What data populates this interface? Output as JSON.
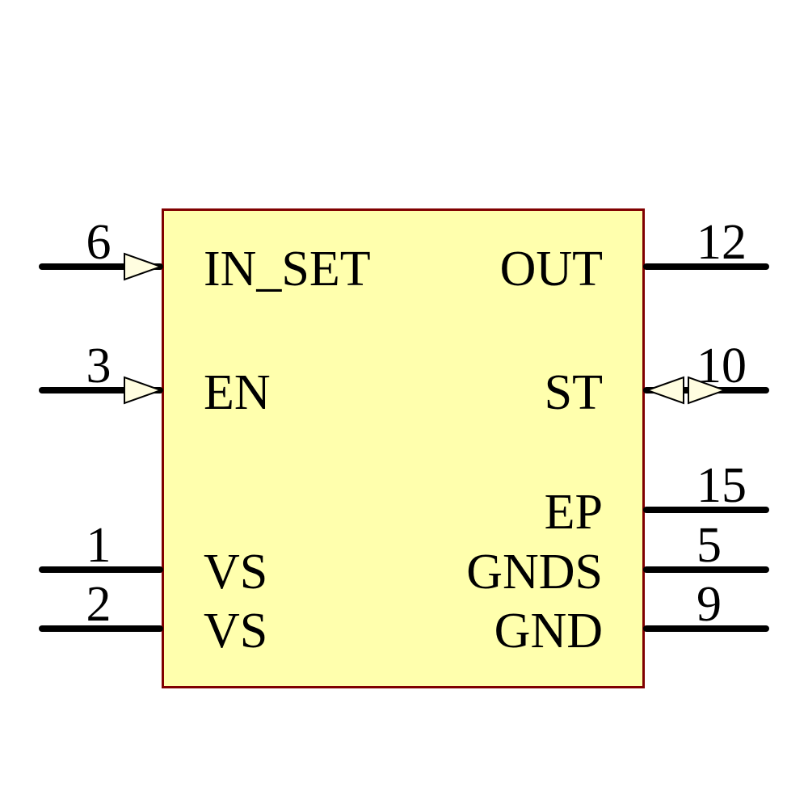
{
  "component": {
    "type": "schematic-ic-symbol",
    "colors": {
      "body_fill": "#FFFFAD",
      "border": "#800000",
      "wire": "#000000",
      "arrow_fill": "#FFFDE0",
      "text": "#000000",
      "background": "#FFFFFF"
    },
    "pins": {
      "left": [
        {
          "number": "6",
          "label": "IN_SET",
          "arrow": "input"
        },
        {
          "number": "3",
          "label": "EN",
          "arrow": "input"
        },
        {
          "number": "1",
          "label": "VS",
          "arrow": "none"
        },
        {
          "number": "2",
          "label": "VS",
          "arrow": "none"
        }
      ],
      "right": [
        {
          "number": "12",
          "label": "OUT",
          "arrow": "none"
        },
        {
          "number": "10",
          "label": "ST",
          "arrow": "bidirectional"
        },
        {
          "number": "15",
          "label": "EP",
          "arrow": "none"
        },
        {
          "number": "5",
          "label": "GNDS",
          "arrow": "none"
        },
        {
          "number": "9",
          "label": "GND",
          "arrow": "none"
        }
      ]
    }
  }
}
